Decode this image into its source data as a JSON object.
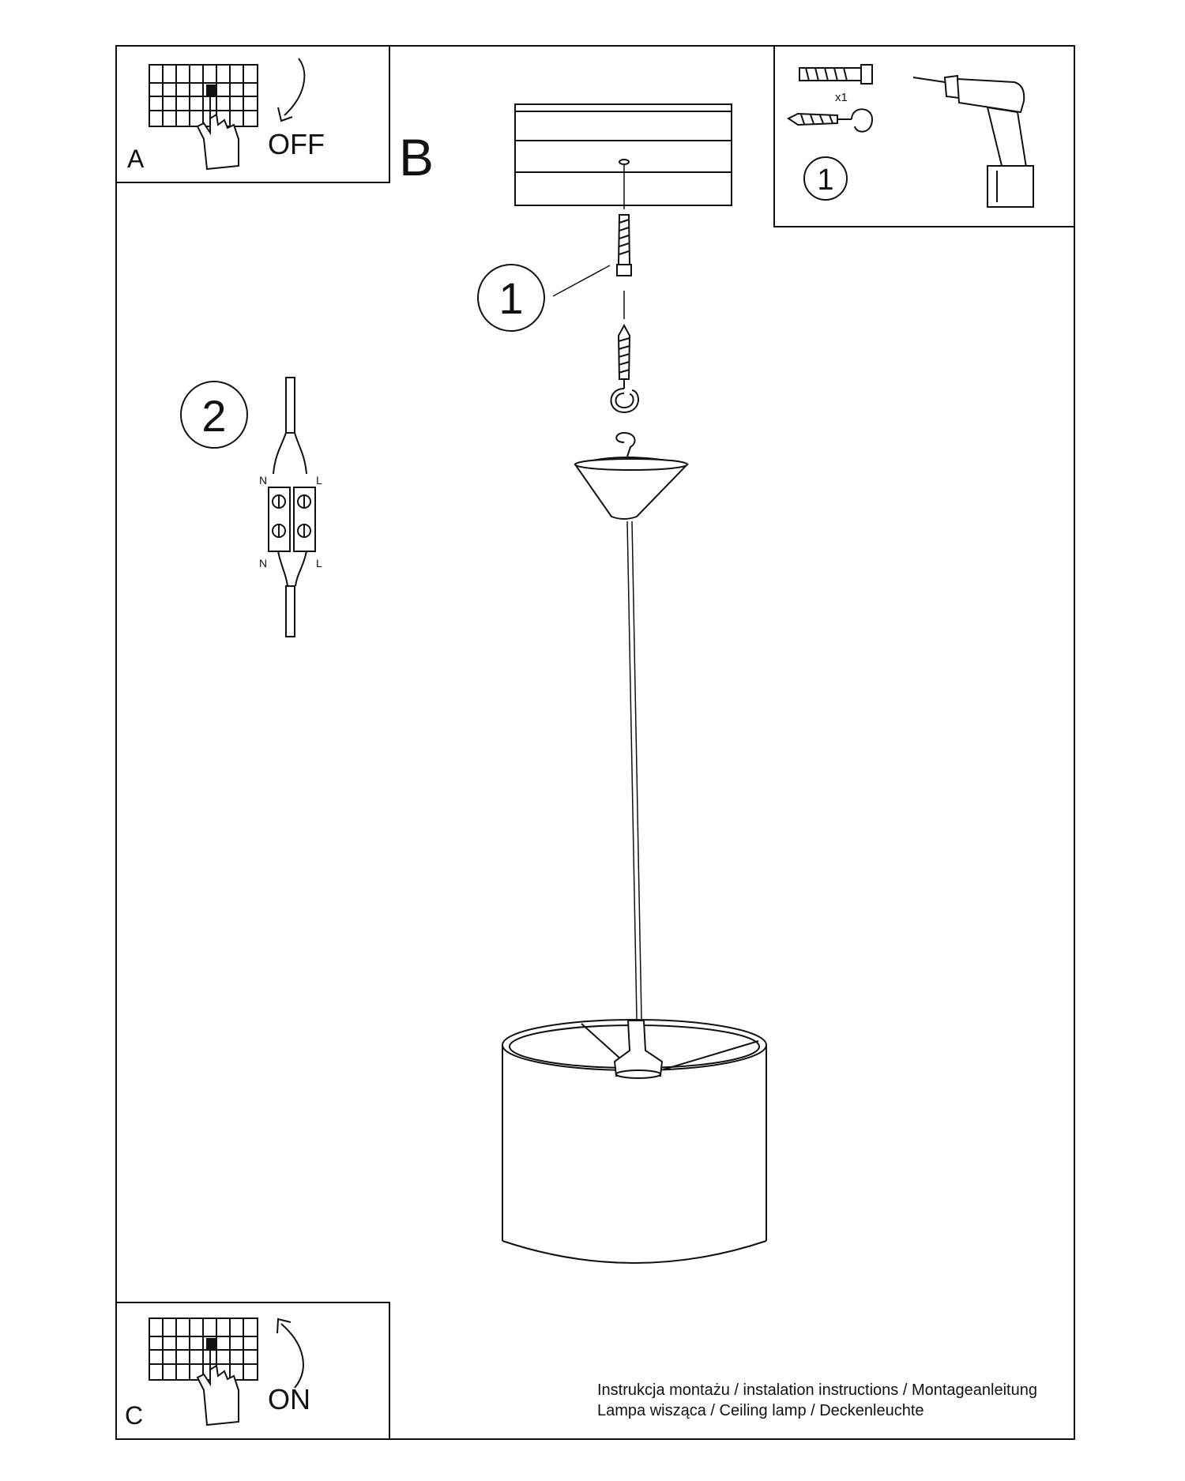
{
  "panels": {
    "a": {
      "letter": "A",
      "action": "OFF"
    },
    "b": {
      "letter": "B"
    },
    "c": {
      "letter": "C",
      "action": "ON"
    }
  },
  "callouts": {
    "step1": "1",
    "step2": "2",
    "kit_step": "1",
    "quantity": "x1"
  },
  "terminal_labels": {
    "top_neutral": "N",
    "top_live": "L",
    "bottom_neutral": "N",
    "bottom_live": "L"
  },
  "footer": {
    "line1": "Instrukcja montażu / instalation instructions / Montageanleitung",
    "line2": "Lampa wisząca / Ceiling lamp / Deckenleuchte"
  },
  "icons": [
    "circuit-breaker-icon",
    "hand-icon",
    "curved-arrow-down-icon",
    "curved-arrow-up-icon",
    "wall-plug-icon",
    "hook-screw-icon",
    "drill-icon",
    "terminal-block-icon"
  ]
}
